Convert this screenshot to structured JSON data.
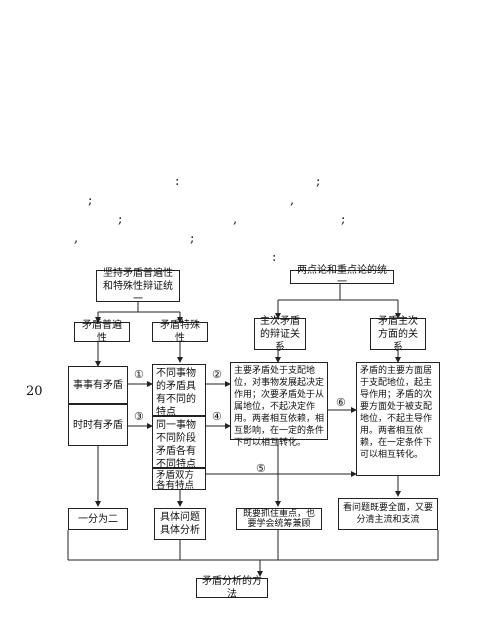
{
  "page_number": "20",
  "stray_punct": [
    {
      "id": "p1",
      "text": ":"
    },
    {
      "id": "p2",
      "text": ";"
    },
    {
      "id": "p3",
      "text": ";"
    },
    {
      "id": "p4",
      "text": ","
    },
    {
      "id": "p5",
      "text": ";"
    },
    {
      "id": "p6",
      "text": ","
    },
    {
      "id": "p7",
      "text": ";"
    },
    {
      "id": "p8",
      "text": ","
    },
    {
      "id": "p9",
      "text": ";"
    },
    {
      "id": "p10",
      "text": ":"
    }
  ],
  "diagram": {
    "left_top": "坚持矛盾普遍性和特殊性辩证统一",
    "right_top": "两点论和重点论的统一",
    "universality": "矛盾普遍性",
    "particularity": "矛盾特殊性",
    "primary_secondary_relation": "主次矛盾的辩证关系",
    "aspect_relation": "矛盾主次方面的关系",
    "everything_has": "事事有矛盾",
    "always_has": "时时有矛盾",
    "diff_things": "不同事物的矛盾具有不同的特点",
    "same_thing_stages": "同一事物不同阶段矛盾各有不同特点",
    "two_aspects": "矛盾双方各有特点",
    "primary_desc": "主要矛盾处于支配地位，对事物发展起决定作用；次要矛盾处于从属地位，不起决定作用。两者相互依赖，相互影响，在一定的条件下可以相互转化。",
    "aspect_desc": "矛盾的主要方面居于支配地位，起主导作用；矛盾的次要方面处于被支配地位，不起主导作用。两者相互依赖，在一定条件下可以相互转化。",
    "one_into_two": "一分为二",
    "concrete_analysis": "具体问题具体分析",
    "focus_and_overall": "既要抓住重点，也要学会统筹兼顾",
    "comprehensive": "看问题既要全面，又要分清主流和支流",
    "method": "矛盾分析的方法",
    "markers": [
      "①",
      "②",
      "③",
      "④",
      "⑤",
      "⑥"
    ]
  }
}
